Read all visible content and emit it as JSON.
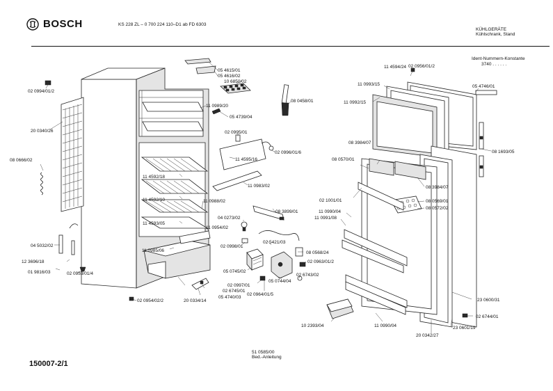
{
  "header": {
    "brand": "BOSCH",
    "model_line": "KS 228 ZL – 0 700 224 110–D1 ab FD 6303",
    "category": "KÜHLGERÄTE",
    "subcategory": "Kühlschrank, Stand",
    "ident_title": "Ident-Nummern-Konstante",
    "ident_value": "3740  . .   . . . ."
  },
  "footer": {
    "doc_number": "150007-2/1",
    "manual_code": "51 0585/00",
    "manual_label": "Bed.-Anleitung"
  },
  "parts": [
    {
      "id": "p1",
      "text": "05 4615/01"
    },
    {
      "id": "p2",
      "text": "05 4616/02"
    },
    {
      "id": "p3",
      "text": "10 6850/02"
    },
    {
      "id": "p4",
      "text": "11 0989/20"
    },
    {
      "id": "p5",
      "text": "05 4739/04"
    },
    {
      "id": "p6",
      "text": "08 0458/01"
    },
    {
      "id": "p7",
      "text": "02 0994/01/2"
    },
    {
      "id": "p8",
      "text": "20 0340/26"
    },
    {
      "id": "p9",
      "text": "08 0666/02"
    },
    {
      "id": "p10",
      "text": "02 0995/01"
    },
    {
      "id": "p11",
      "text": "02 0996/01/6"
    },
    {
      "id": "p12",
      "text": "11 4595/16"
    },
    {
      "id": "p13",
      "text": "11 4592/18"
    },
    {
      "id": "p14",
      "text": "11 4592/10"
    },
    {
      "id": "p15",
      "text": "11 0983/02"
    },
    {
      "id": "p16",
      "text": "11 0988/02"
    },
    {
      "id": "p17",
      "text": "11 4593/05"
    },
    {
      "id": "p18",
      "text": "08 3899/01"
    },
    {
      "id": "p19",
      "text": "04 0273/02"
    },
    {
      "id": "p20",
      "text": "11 0954/02"
    },
    {
      "id": "p21",
      "text": "04 5032/02"
    },
    {
      "id": "p22",
      "text": "11 0985/06"
    },
    {
      "id": "p23",
      "text": "02 0998/01"
    },
    {
      "id": "p24",
      "text": "02 5421/03"
    },
    {
      "id": "p25",
      "text": "12 3696/18"
    },
    {
      "id": "p26",
      "text": "01 9816/03"
    },
    {
      "id": "p27",
      "text": "02 0953/01/4"
    },
    {
      "id": "p28",
      "text": "05 0745/02"
    },
    {
      "id": "p29",
      "text": "05 0744/04"
    },
    {
      "id": "p30",
      "text": "02 0997/01"
    },
    {
      "id": "p31",
      "text": "02 6745/01"
    },
    {
      "id": "p32",
      "text": "05 4740/03"
    },
    {
      "id": "p33",
      "text": "02 0954/02/2"
    },
    {
      "id": "p34",
      "text": "20 0334/14"
    },
    {
      "id": "p35",
      "text": "02 0964/01/5"
    },
    {
      "id": "p36",
      "text": "08 0568/24"
    },
    {
      "id": "p37",
      "text": "02 0963/01/2"
    },
    {
      "id": "p38",
      "text": "02 6743/02"
    },
    {
      "id": "p39",
      "text": "11 4594/24"
    },
    {
      "id": "p40",
      "text": "02 0956/01/2"
    },
    {
      "id": "p41",
      "text": "11 0993/15"
    },
    {
      "id": "p42",
      "text": "11 0992/15"
    },
    {
      "id": "p43",
      "text": "05 4746/01"
    },
    {
      "id": "p44",
      "text": "08 3984/07"
    },
    {
      "id": "p45",
      "text": "08 1693/05"
    },
    {
      "id": "p46",
      "text": "08 0570/01"
    },
    {
      "id": "p47",
      "text": "08 3984/07"
    },
    {
      "id": "p48",
      "text": "02 1001/01"
    },
    {
      "id": "p49",
      "text": "08 0569/01"
    },
    {
      "id": "p50",
      "text": "08 0572/02"
    },
    {
      "id": "p51",
      "text": "11 0990/04"
    },
    {
      "id": "p52",
      "text": "11 0991/08"
    },
    {
      "id": "p53",
      "text": "23 0600/31"
    },
    {
      "id": "p54",
      "text": "02 6744/01"
    },
    {
      "id": "p55",
      "text": "10 2393/04"
    },
    {
      "id": "p56",
      "text": "11 0990/04"
    },
    {
      "id": "p57",
      "text": "23 0601/19"
    },
    {
      "id": "p58",
      "text": "20 0342/27"
    }
  ]
}
